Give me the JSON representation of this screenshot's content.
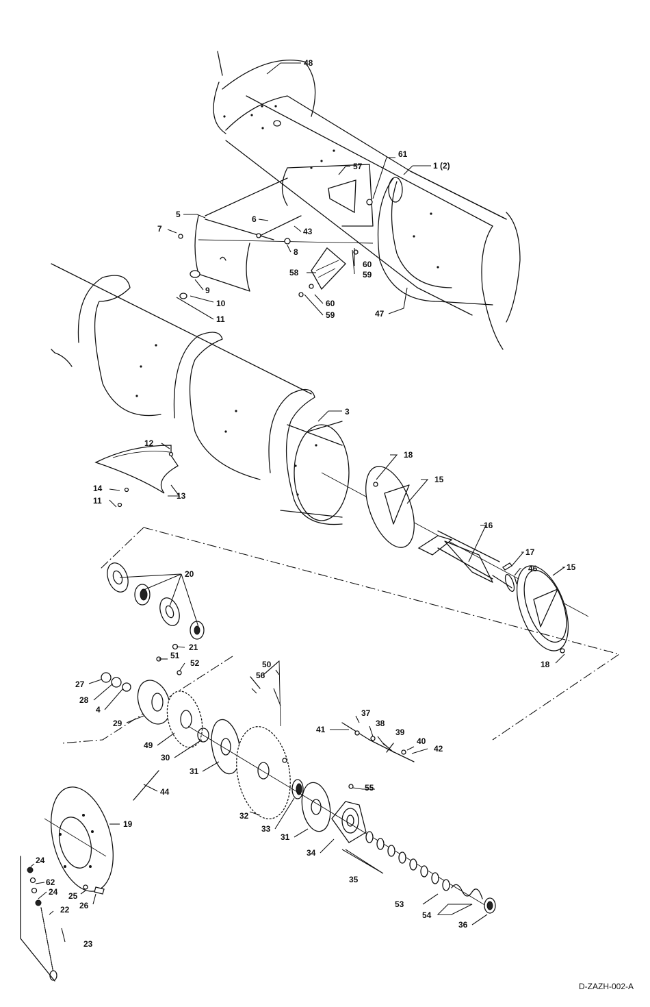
{
  "drawing_code": "D-ZAZH-002-A",
  "callouts": {
    "c1": "1 (2)",
    "c3": "3",
    "c4": "4",
    "c5": "5",
    "c6": "6",
    "c7": "7",
    "c8": "8",
    "c9": "9",
    "c10": "10",
    "c11a": "11",
    "c11b": "11",
    "c12": "12",
    "c13": "13",
    "c14": "14",
    "c15a": "15",
    "c15b": "15",
    "c16": "16",
    "c17": "17",
    "c18a": "18",
    "c18b": "18",
    "c19": "19",
    "c20": "20",
    "c21": "21",
    "c22": "22",
    "c23": "23",
    "c24a": "24",
    "c24b": "24",
    "c25": "25",
    "c26": "26",
    "c27": "27",
    "c28": "28",
    "c29": "29",
    "c30": "30",
    "c31a": "31",
    "c31b": "31",
    "c32": "32",
    "c33": "33",
    "c34": "34",
    "c35": "35",
    "c36": "36",
    "c37": "37",
    "c38": "38",
    "c39": "39",
    "c40": "40",
    "c41": "41",
    "c42": "42",
    "c43": "43",
    "c44": "44",
    "c46": "46",
    "c47": "47",
    "c48": "48",
    "c49": "49",
    "c50": "50",
    "c51": "51",
    "c52": "52",
    "c53": "53",
    "c54": "54",
    "c55": "55",
    "c56": "56",
    "c57": "57",
    "c58": "58",
    "c59a": "59",
    "c59b": "59",
    "c60a": "60",
    "c60b": "60",
    "c61": "61",
    "c62": "62"
  }
}
